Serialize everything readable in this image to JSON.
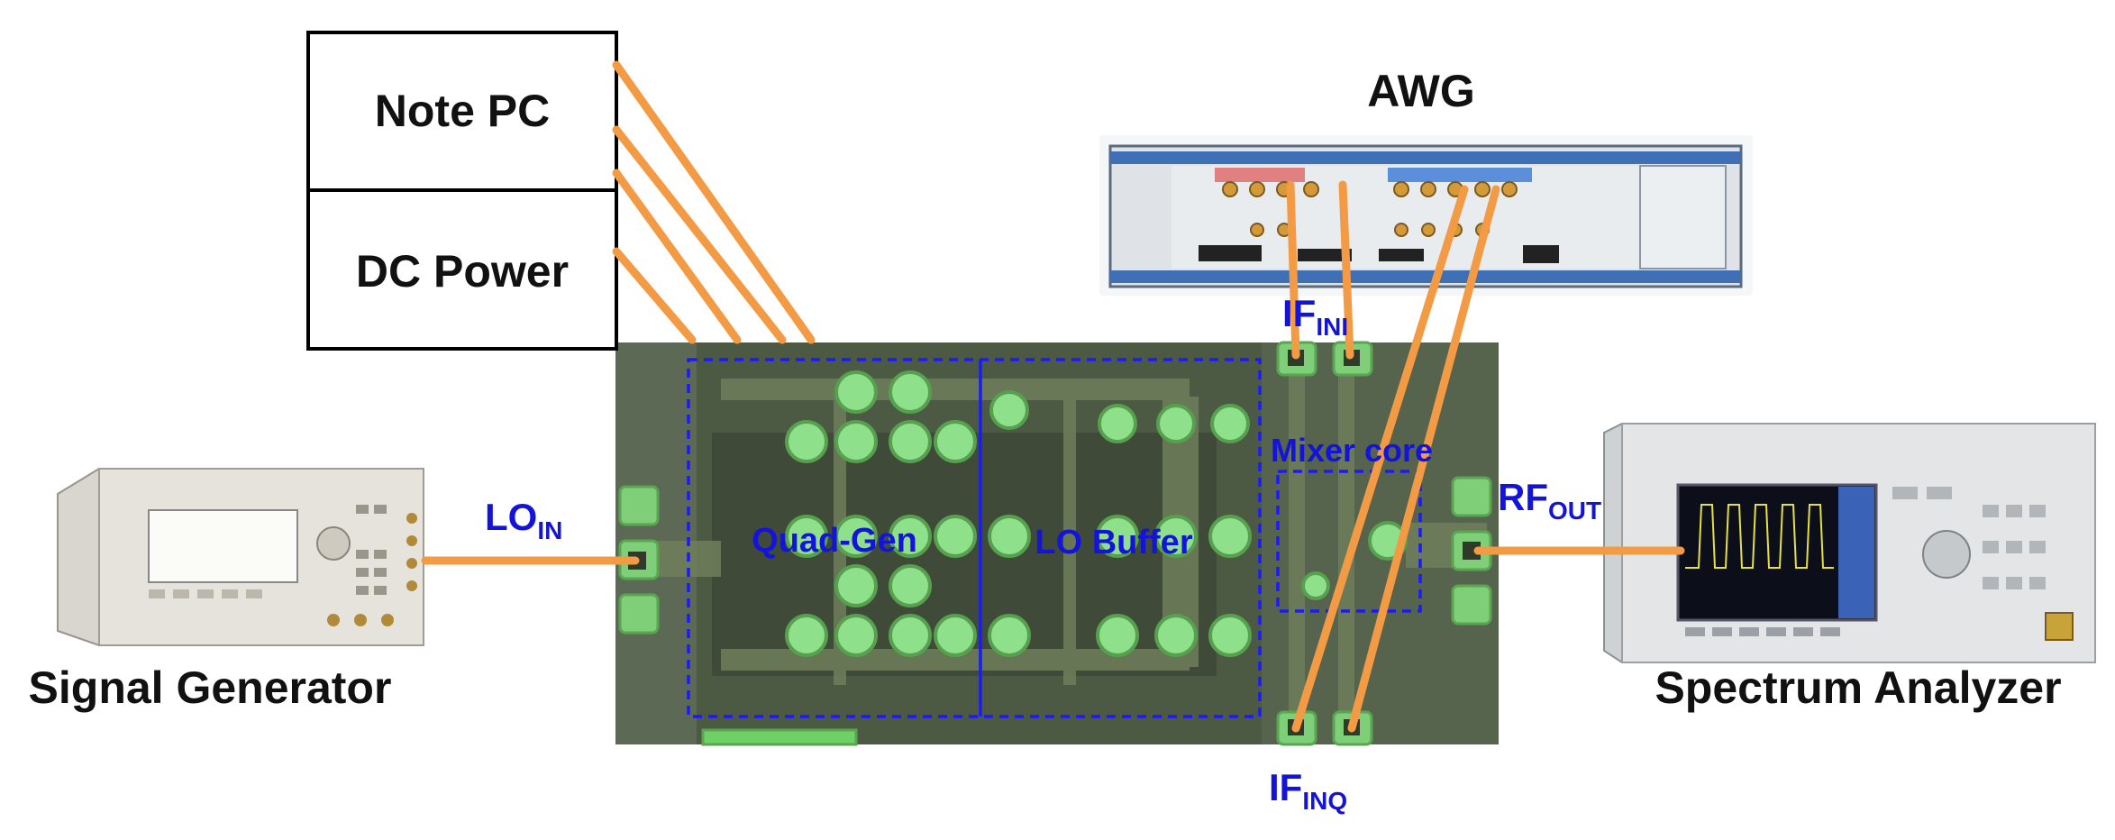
{
  "boxes": {
    "note_pc": "Note PC",
    "dc_power": "DC Power"
  },
  "instruments": {
    "awg": "AWG",
    "signal_generator": "Signal Generator",
    "spectrum_analyzer": "Spectrum Analyzer"
  },
  "ports": {
    "lo_in": {
      "main": "LO",
      "sub": "IN"
    },
    "if_ini": {
      "main": "IF",
      "sub": "INI"
    },
    "if_inq": {
      "main": "IF",
      "sub": "INQ"
    },
    "rf_out": {
      "main": "RF",
      "sub": "OUT"
    }
  },
  "blocks": {
    "quad_gen": "Quad-Gen",
    "lo_buffer": "LO Buffer",
    "mixer_core": "Mixer core"
  },
  "colors": {
    "cable": "#f39a45",
    "block_outline": "#1a1aff",
    "port_label": "#1414d8",
    "chip_base": "#4d5a43",
    "chip_pad": "#8fe08a",
    "box_outline": "#000000"
  }
}
